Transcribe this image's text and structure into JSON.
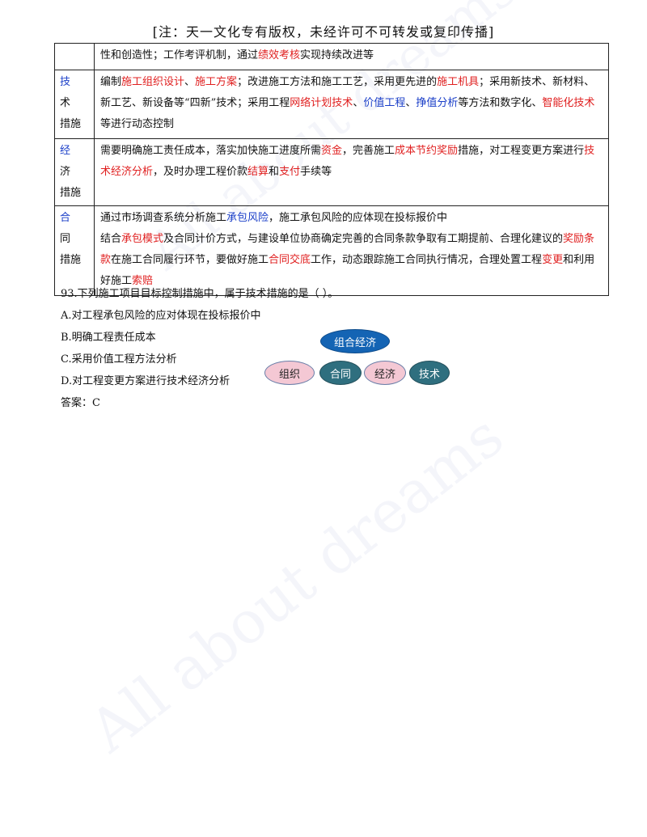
{
  "header": "[注：天一文化专有版权，未经许可不可转发或复印传播]",
  "table": {
    "row0": {
      "t1": "性和创造性；工作考评机制，通过",
      "t2": "绩效考核",
      "t3": "实现持续改进等"
    },
    "row1": {
      "label_a": "技",
      "label_b": "术",
      "label_c": "措施",
      "s1": "编制",
      "s2": "施工组织设计",
      "s3": "、",
      "s4": "施工方案",
      "s5": "；改进施工方法和施工工艺，采用更先进的",
      "s6": "施工机具",
      "s7": "；采用新技术、新材料、新工艺、新设备等“四新”技术；采用工程",
      "s8": "网络计划技术",
      "s9": "、",
      "s10": "价值工程",
      "s11": "、",
      "s12": "挣值分析",
      "s13": "等方法和数字化、",
      "s14": "智能化技术",
      "s15": "等进行动态控制"
    },
    "row2": {
      "label_a": "经",
      "label_b": "济",
      "label_c": "措施",
      "s1": "需要明确施工责任成本，落实加快施工进度所需",
      "s2": "资金",
      "s3": "，完善施工",
      "s4": "成本节约奖励",
      "s5": "措施，对工程变更方案进行",
      "s6": "技术经济分析",
      "s7": "，及时办理工程价款",
      "s8": "结算",
      "s9": "和",
      "s10": "支付",
      "s11": "手续等"
    },
    "row3": {
      "label_a": "合",
      "label_b": "同",
      "label_c": "措施",
      "p1a": "通过市场调查系统分析施工",
      "p1b": "承包风险",
      "p1c": "，施工承包风险的应体现在投标报价中",
      "p2a": "结合",
      "p2b": "承包模式",
      "p2c": "及合同计价方式，与建设单位协商确定完善的合同条款争取有工期提前、合理化建议的",
      "p2d": "奖励条款",
      "p2e": "在施工合同履行环节，要做好施工",
      "p2f": "合同交底",
      "p2g": "工作，动态跟踪施工合同执行情况，合理处置工程",
      "p2h": "变更",
      "p2i": "和利用好施工",
      "p2j": "索赔"
    }
  },
  "question": {
    "stem": "93.下列施工项目目标控制措施中，属于技术措施的是（    ）。",
    "a": "A.对工程承包风险的应对体现在投标报价中",
    "b": "B.明确工程责任成本",
    "c": "C.采用价值工程方法分析",
    "d": "D.对工程变更方案进行技术经济分析",
    "answer": "答案：C"
  },
  "diagram": {
    "top": "组合经济",
    "n1": "组织",
    "n2": "合同",
    "n3": "经济",
    "n4": "技术"
  },
  "watermark": "All about dreams",
  "colors": {
    "red": "#e02020",
    "blue": "#1a3ec8",
    "pink": "#f4c8d4",
    "teal": "#2f6f7f",
    "navy": "#1464b4"
  }
}
